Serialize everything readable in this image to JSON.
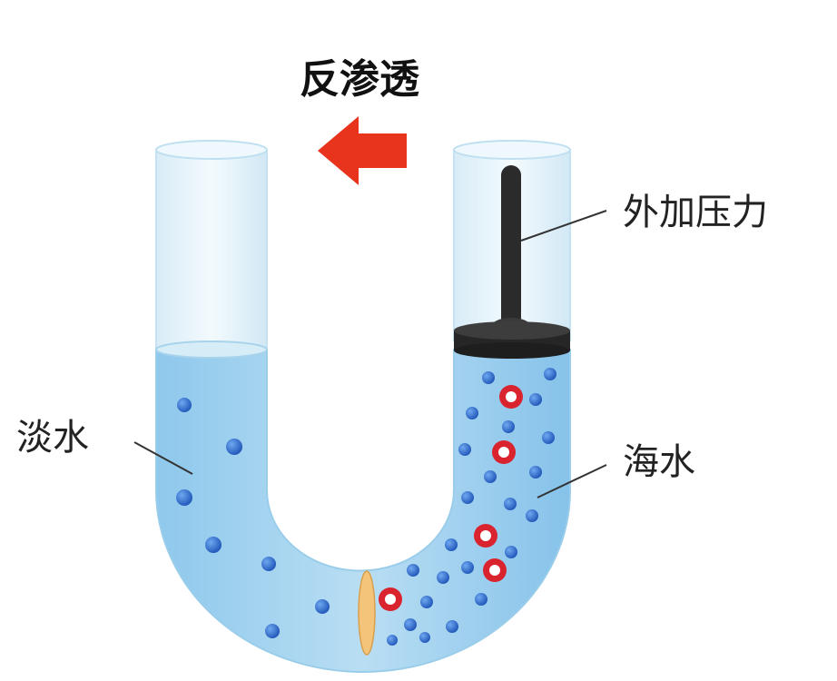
{
  "title": "反渗透",
  "labels": {
    "fresh_water": "淡水",
    "pressure": "外加压力",
    "seawater": "海水"
  },
  "colors": {
    "water_fill": "#a9d4ef",
    "water_dark": "#7fbce6",
    "tube_empty": "#e6f3fa",
    "tube_edge": "#b7dcef",
    "arrow": "#e8341c",
    "piston": "#2b2b2b",
    "membrane": "#f3c47a",
    "water_molecule": "#2f6fd6",
    "salt_ion": "#d9232e"
  },
  "icons": {
    "arrow": "arrow-left-icon",
    "piston": "piston-icon",
    "membrane": "semipermeable-membrane-icon"
  }
}
